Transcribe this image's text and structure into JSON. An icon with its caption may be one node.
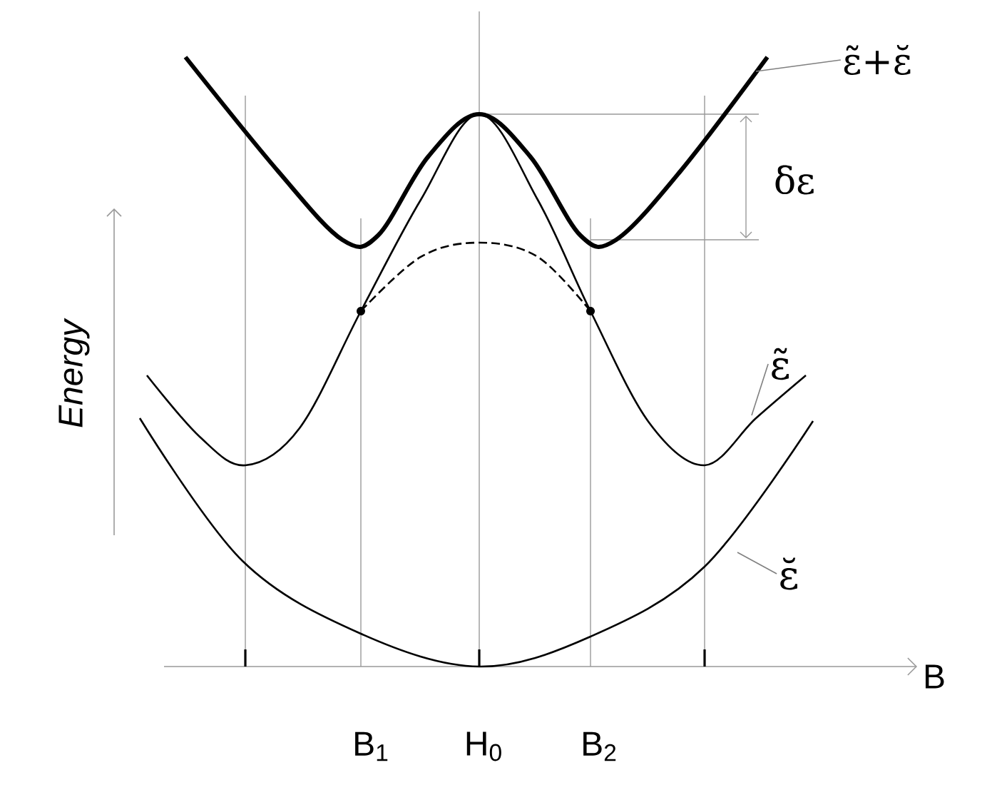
{
  "diagram": {
    "nodes": [
      {
        "text": [
          "ε̃+ε̆"
        ]
      },
      {
        "text": [
          "ε̃"
        ]
      },
      {
        "text": [
          "ε̆"
        ]
      }
    ],
    "edges": [
      {
        "from": 0,
        "to": null,
        "arrow": "none"
      },
      {
        "from": 1,
        "to": null,
        "arrow": "none"
      },
      {
        "from": 2,
        "to": null,
        "arrow": "none"
      }
    ],
    "labels": [
      "δε",
      "Energy",
      "B",
      "B$_{1}$",
      "H$_{0}$",
      "B$_{2}$"
    ]
  }
}
